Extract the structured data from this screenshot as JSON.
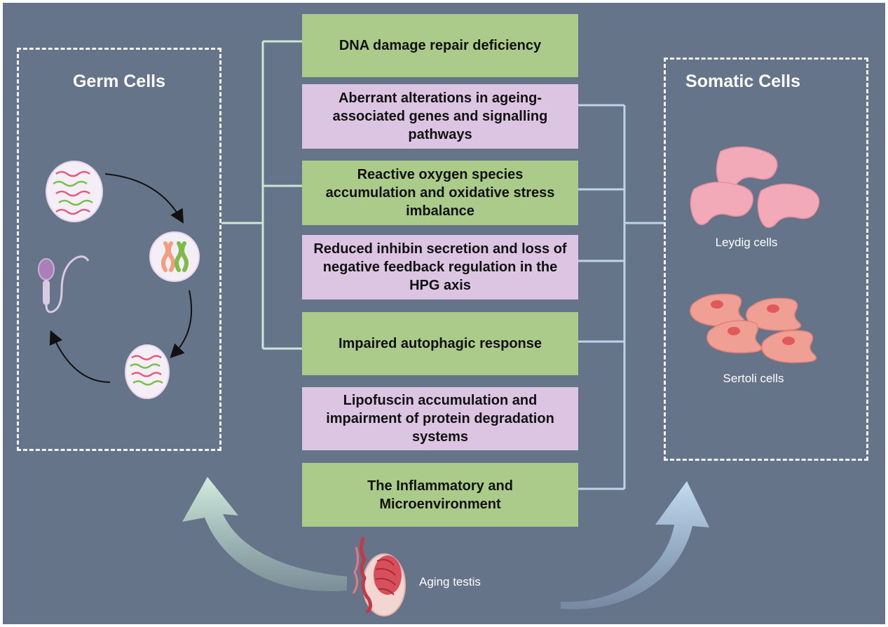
{
  "germ_cells": {
    "title": "Germ Cells"
  },
  "somatic_cells": {
    "title": "Somatic Cells",
    "leydig_label": "Leydig cells",
    "sertoli_label": "Sertoli cells"
  },
  "factors": [
    {
      "label": "DNA damage repair deficiency",
      "color": "#aacb8a"
    },
    {
      "label": "Aberrant alterations in ageing-associated genes and signalling pathways",
      "color": "#dcc5e3"
    },
    {
      "label": "Reactive oxygen species accumulation and oxidative stress imbalance",
      "color": "#aacb8a"
    },
    {
      "label": "Reduced inhibin secretion and loss of negative feedback regulation in the HPG axis",
      "color": "#dcc5e3"
    },
    {
      "label": "Impaired autophagic response",
      "color": "#aacb8a"
    },
    {
      "label": "Lipofuscin accumulation and impairment of protein degradation systems",
      "color": "#dcc5e3"
    },
    {
      "label": "The Inflammatory and Microenvironment",
      "color": "#aacb8a"
    }
  ],
  "testis": {
    "label": "Aging testis"
  },
  "colors": {
    "background": "#667489",
    "green_connector": "#cfe6d6",
    "blue_connector": "#bcd3ea",
    "leydig": "#f2aab8",
    "sertoli": "#ef9f93"
  }
}
